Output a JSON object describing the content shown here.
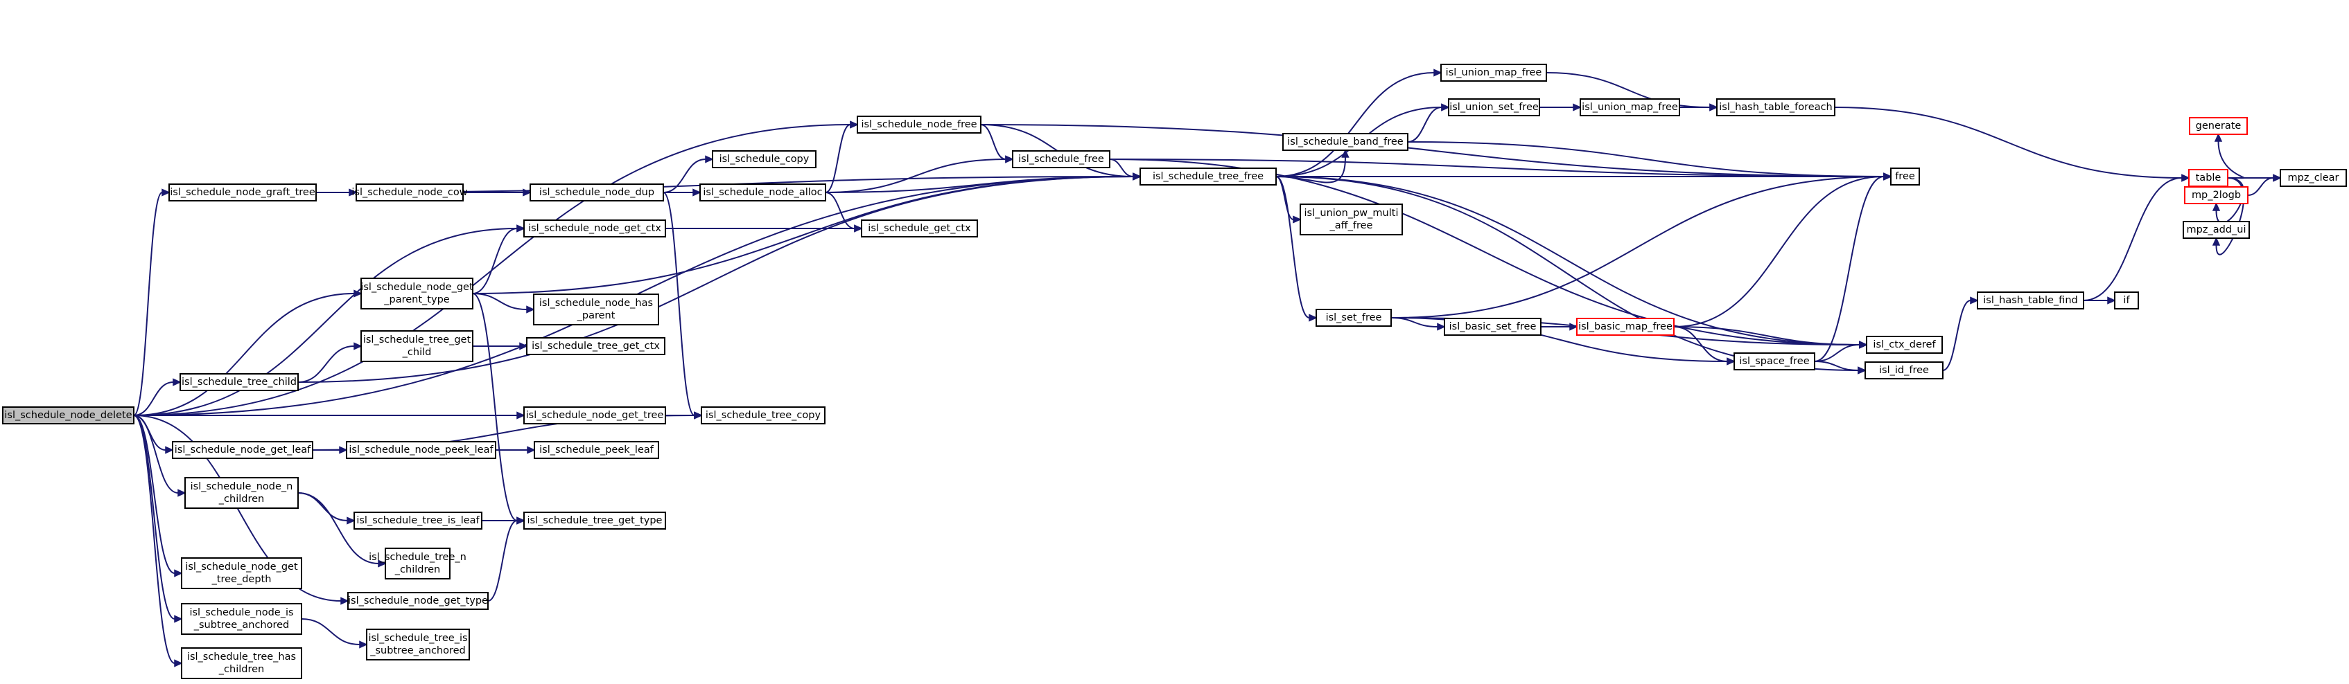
{
  "diagram": {
    "type": "call-graph",
    "nodes": [
      {
        "id": "root",
        "lines": [
          "isl_schedule_node_delete"
        ],
        "root": true
      },
      {
        "id": "graft",
        "lines": [
          "isl_schedule_node_graft_tree"
        ]
      },
      {
        "id": "cow",
        "lines": [
          "isl_schedule_node_cow"
        ]
      },
      {
        "id": "dup",
        "lines": [
          "isl_schedule_node_dup"
        ]
      },
      {
        "id": "scopy",
        "lines": [
          "isl_schedule_copy"
        ]
      },
      {
        "id": "alloc",
        "lines": [
          "isl_schedule_node_alloc"
        ]
      },
      {
        "id": "nfree",
        "lines": [
          "isl_schedule_node_free"
        ]
      },
      {
        "id": "sfree",
        "lines": [
          "isl_schedule_free"
        ]
      },
      {
        "id": "tfree",
        "lines": [
          "isl_schedule_tree_free"
        ]
      },
      {
        "id": "getctx",
        "lines": [
          "isl_schedule_get_ctx"
        ]
      },
      {
        "id": "ngetctx",
        "lines": [
          "isl_schedule_node_get_ctx"
        ]
      },
      {
        "id": "ptype",
        "lines": [
          "isl_schedule_node_get",
          "_parent_type"
        ]
      },
      {
        "id": "hasparent",
        "lines": [
          "isl_schedule_node_has",
          "_parent"
        ]
      },
      {
        "id": "tgetchild",
        "lines": [
          "isl_schedule_tree_get",
          "_child"
        ]
      },
      {
        "id": "tgetctx",
        "lines": [
          "isl_schedule_tree_get_ctx"
        ]
      },
      {
        "id": "tchild",
        "lines": [
          "isl_schedule_tree_child"
        ]
      },
      {
        "id": "gettree",
        "lines": [
          "isl_schedule_node_get_tree"
        ]
      },
      {
        "id": "tcopy",
        "lines": [
          "isl_schedule_tree_copy"
        ]
      },
      {
        "id": "getleaf",
        "lines": [
          "isl_schedule_node_get_leaf"
        ]
      },
      {
        "id": "npeekleaf",
        "lines": [
          "isl_schedule_node_peek_leaf"
        ]
      },
      {
        "id": "speekleaf",
        "lines": [
          "isl_schedule_peek_leaf"
        ]
      },
      {
        "id": "nchildren",
        "lines": [
          "isl_schedule_node_n",
          "_children"
        ]
      },
      {
        "id": "isleaf",
        "lines": [
          "isl_schedule_tree_is_leaf"
        ]
      },
      {
        "id": "tgettype",
        "lines": [
          "isl_schedule_tree_get_type"
        ]
      },
      {
        "id": "tnchildren",
        "lines": [
          "isl_schedule_tree_n",
          "_children"
        ]
      },
      {
        "id": "depth",
        "lines": [
          "isl_schedule_node_get",
          "_tree_depth"
        ]
      },
      {
        "id": "ngettype",
        "lines": [
          "isl_schedule_node_get_type"
        ]
      },
      {
        "id": "nsubtree",
        "lines": [
          "isl_schedule_node_is",
          "_subtree_anchored"
        ]
      },
      {
        "id": "tsubtree",
        "lines": [
          "isl_schedule_tree_is",
          "_subtree_anchored"
        ]
      },
      {
        "id": "haschildren",
        "lines": [
          "isl_schedule_tree_has",
          "_children"
        ]
      },
      {
        "id": "umfree",
        "lines": [
          "isl_union_map_free"
        ]
      },
      {
        "id": "usfree",
        "lines": [
          "isl_union_set_free"
        ]
      },
      {
        "id": "umfree2",
        "lines": [
          "isl_union_map_free"
        ]
      },
      {
        "id": "hforeach",
        "lines": [
          "isl_hash_table_foreach"
        ]
      },
      {
        "id": "bandfree",
        "lines": [
          "isl_schedule_band_free"
        ]
      },
      {
        "id": "free",
        "lines": [
          "free"
        ]
      },
      {
        "id": "upma",
        "lines": [
          "isl_union_pw_multi",
          "_aff_free"
        ]
      },
      {
        "id": "setfree",
        "lines": [
          "isl_set_free"
        ]
      },
      {
        "id": "bsfree",
        "lines": [
          "isl_basic_set_free"
        ]
      },
      {
        "id": "bmfree",
        "lines": [
          "isl_basic_map_free"
        ],
        "red": true
      },
      {
        "id": "spfree",
        "lines": [
          "isl_space_free"
        ]
      },
      {
        "id": "ctxderef",
        "lines": [
          "isl_ctx_deref"
        ]
      },
      {
        "id": "idfree",
        "lines": [
          "isl_id_free"
        ]
      },
      {
        "id": "hfind",
        "lines": [
          "isl_hash_table_find"
        ]
      },
      {
        "id": "if",
        "lines": [
          "if"
        ]
      },
      {
        "id": "table",
        "lines": [
          "table"
        ],
        "red": true
      },
      {
        "id": "generate",
        "lines": [
          "generate"
        ],
        "red": true
      },
      {
        "id": "mp2logb",
        "lines": [
          "mp_2logb"
        ],
        "red": true
      },
      {
        "id": "mpzaddui",
        "lines": [
          "mpz_add_ui"
        ]
      },
      {
        "id": "mpzclear",
        "lines": [
          "mpz_clear"
        ]
      }
    ],
    "edges": [
      [
        "root",
        "graft"
      ],
      [
        "root",
        "nfree"
      ],
      [
        "root",
        "tfree"
      ],
      [
        "root",
        "ngetctx"
      ],
      [
        "root",
        "ptype"
      ],
      [
        "root",
        "tchild"
      ],
      [
        "root",
        "gettree"
      ],
      [
        "root",
        "getleaf"
      ],
      [
        "root",
        "nchildren"
      ],
      [
        "root",
        "depth"
      ],
      [
        "root",
        "ngettype"
      ],
      [
        "root",
        "nsubtree"
      ],
      [
        "root",
        "haschildren"
      ],
      [
        "graft",
        "cow"
      ],
      [
        "graft",
        "tfree"
      ],
      [
        "cow",
        "dup"
      ],
      [
        "dup",
        "scopy"
      ],
      [
        "dup",
        "alloc"
      ],
      [
        "dup",
        "tcopy"
      ],
      [
        "alloc",
        "nfree"
      ],
      [
        "alloc",
        "sfree"
      ],
      [
        "alloc",
        "tfree"
      ],
      [
        "alloc",
        "getctx"
      ],
      [
        "nfree",
        "sfree"
      ],
      [
        "nfree",
        "tfree"
      ],
      [
        "nfree",
        "free"
      ],
      [
        "sfree",
        "tfree"
      ],
      [
        "sfree",
        "free"
      ],
      [
        "sfree",
        "ctxderef"
      ],
      [
        "ngetctx",
        "getctx"
      ],
      [
        "ptype",
        "ngetctx"
      ],
      [
        "ptype",
        "tfree"
      ],
      [
        "ptype",
        "hasparent"
      ],
      [
        "ptype",
        "tgettype"
      ],
      [
        "tgetchild",
        "tgetctx"
      ],
      [
        "tchild",
        "tgetchild"
      ],
      [
        "tchild",
        "tfree"
      ],
      [
        "gettree",
        "tcopy"
      ],
      [
        "getleaf",
        "npeekleaf"
      ],
      [
        "getleaf",
        "tcopy"
      ],
      [
        "npeekleaf",
        "speekleaf"
      ],
      [
        "nchildren",
        "isleaf"
      ],
      [
        "nchildren",
        "tnchildren"
      ],
      [
        "isleaf",
        "tgettype"
      ],
      [
        "ngettype",
        "tgettype"
      ],
      [
        "nsubtree",
        "tsubtree"
      ],
      [
        "tfree",
        "umfree"
      ],
      [
        "tfree",
        "usfree"
      ],
      [
        "tfree",
        "bandfree"
      ],
      [
        "tfree",
        "free"
      ],
      [
        "tfree",
        "upma"
      ],
      [
        "tfree",
        "setfree"
      ],
      [
        "tfree",
        "ctxderef"
      ],
      [
        "tfree",
        "idfree"
      ],
      [
        "umfree",
        "hforeach"
      ],
      [
        "usfree",
        "umfree2"
      ],
      [
        "umfree2",
        "hforeach"
      ],
      [
        "hforeach",
        "table"
      ],
      [
        "bandfree",
        "usfree"
      ],
      [
        "bandfree",
        "free"
      ],
      [
        "setfree",
        "free"
      ],
      [
        "setfree",
        "bsfree"
      ],
      [
        "setfree",
        "spfree"
      ],
      [
        "setfree",
        "ctxderef"
      ],
      [
        "bsfree",
        "bmfree"
      ],
      [
        "bmfree",
        "free"
      ],
      [
        "bmfree",
        "spfree"
      ],
      [
        "bmfree",
        "ctxderef"
      ],
      [
        "spfree",
        "free"
      ],
      [
        "spfree",
        "ctxderef"
      ],
      [
        "spfree",
        "idfree"
      ],
      [
        "idfree",
        "hfind"
      ],
      [
        "hfind",
        "if"
      ],
      [
        "hfind",
        "table"
      ],
      [
        "table",
        "generate"
      ],
      [
        "table",
        "mp2logb"
      ],
      [
        "table",
        "mpzaddui"
      ],
      [
        "table",
        "mpzclear"
      ],
      [
        "mp2logb",
        "mpzclear"
      ]
    ]
  }
}
